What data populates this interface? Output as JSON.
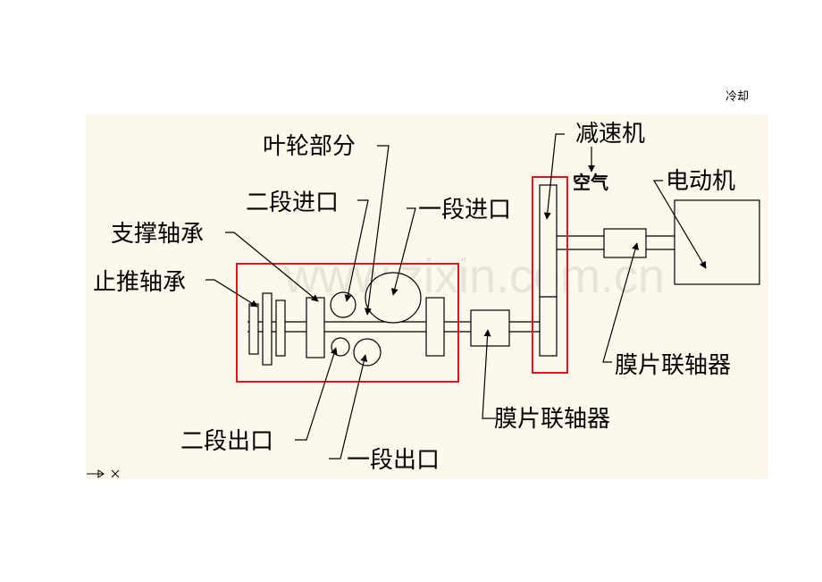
{
  "labels": {
    "impeller": "叶轮部分",
    "stage2_inlet": "二段进口",
    "stage1_inlet": "一段进口",
    "support_bearing": "支撑轴承",
    "thrust_bearing": "止推轴承",
    "stage2_outlet": "二段出口",
    "stage1_outlet": "一段出口",
    "diaphragm_coupling_1": "膜片联轴器",
    "diaphragm_coupling_2": "膜片联轴器",
    "gearbox": "减速机",
    "motor": "电动机",
    "cooling": "冷却",
    "air": "空气"
  },
  "watermark": "www.zixin.com.cn",
  "colors": {
    "highlight": "#e0161c",
    "background": "#fcf8ec",
    "line": "#000000"
  },
  "axis_icon": "ucs-axis-icon"
}
